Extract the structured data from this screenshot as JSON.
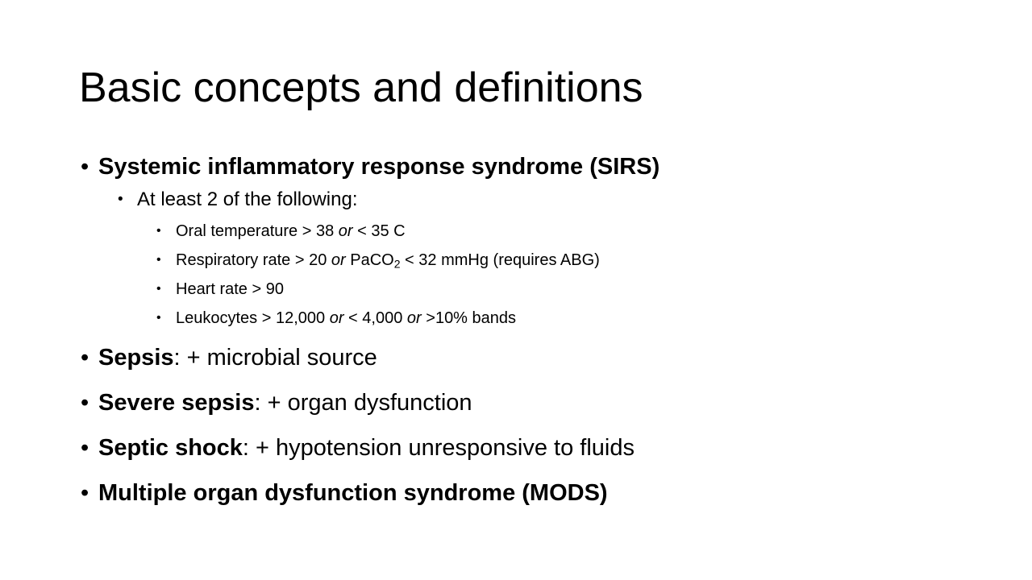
{
  "slide": {
    "title": "Basic concepts and definitions",
    "sirs": {
      "heading": "Systemic inflammatory response syndrome (SIRS)",
      "intro": "At least 2 of the following:",
      "criteria": {
        "temperature": {
          "a": "Oral temperature > 38 ",
          "or": "or",
          "b": " < 35 C"
        },
        "respiratory": {
          "a": "Respiratory rate > 20 ",
          "or": "or",
          "b": " PaCO",
          "sub": "2",
          "c": " < 32 mmHg (requires ABG)"
        },
        "heart": {
          "text": "Heart rate > 90"
        },
        "leukocytes": {
          "a": "Leukocytes > 12,000 ",
          "or1": "or",
          "b": " < 4,000 ",
          "or2": "or",
          "c": " >10% bands"
        }
      }
    },
    "sepsis": {
      "term": "Sepsis",
      "rest": ": + microbial source"
    },
    "severe_sepsis": {
      "term": "Severe sepsis",
      "rest": ": + organ dysfunction"
    },
    "septic_shock": {
      "term": "Septic shock",
      "rest": ": + hypotension unresponsive to fluids"
    },
    "mods": {
      "term": "Multiple organ dysfunction syndrome (MODS)"
    },
    "bullet_char": "•"
  }
}
